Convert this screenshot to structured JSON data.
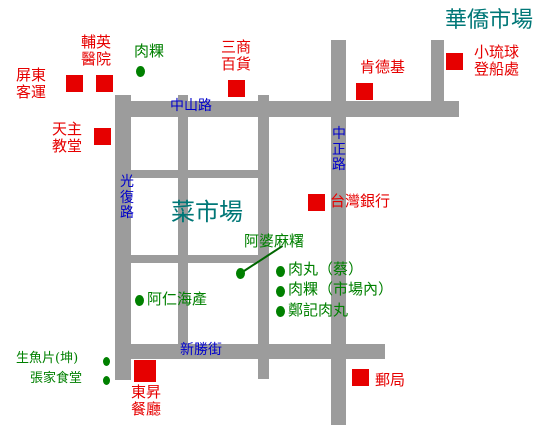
{
  "colors": {
    "road": "#9c9c9c",
    "landmark": "#e60000",
    "food": "#008000",
    "street": "#0000cc",
    "district": "#007777"
  },
  "districts": {
    "huaqiao_market": "華僑市場",
    "vegetable_market": "菜市場"
  },
  "streets": {
    "zhongshan": "中山路",
    "zhongzheng": "中正路",
    "guangfu": "光復路",
    "xinsheng": "新勝街"
  },
  "landmarks": {
    "pingtung_bus": [
      "屏東",
      "客運"
    ],
    "fuying_hospital": [
      "輔英",
      "醫院"
    ],
    "sanshang_store": [
      "三商",
      "百貨"
    ],
    "kfc": "肯德基",
    "xiaoliuqiu_ferry": [
      "小琉球",
      "登船處"
    ],
    "catholic_church": [
      "天主",
      "教堂"
    ],
    "bank_of_taiwan": "台灣銀行",
    "dongsheng_restaurant": [
      "東昇",
      "餐廳"
    ],
    "post_office": "郵局"
  },
  "food_spots": {
    "rouzong_north": "肉粿",
    "apo_mashu": "阿婆麻糬",
    "rouwan_cai": "肉丸（蔡）",
    "rouzong_market": "肉粿（市場內）",
    "zhengji_rouwan": "鄭記肉丸",
    "aren_seafood": "阿仁海產",
    "raw_fish": "生魚片(坤)",
    "zhang_family": "張家食堂"
  }
}
